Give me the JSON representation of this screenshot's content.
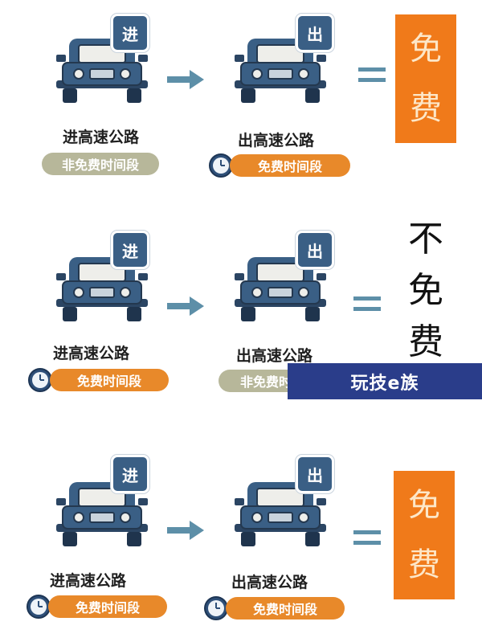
{
  "rows": [
    {
      "entry": {
        "tag": "进",
        "label": "进高速公路",
        "period": "非免费时间段",
        "period_style": "grey",
        "has_clock": false
      },
      "exit": {
        "tag": "出",
        "label": "出高速公路",
        "period": "免费时间段",
        "period_style": "orange",
        "has_clock": true
      },
      "result": {
        "chars": [
          "免",
          "费"
        ],
        "style": "box"
      }
    },
    {
      "entry": {
        "tag": "进",
        "label": "进高速公路",
        "period": "免费时间段",
        "period_style": "orange",
        "has_clock": true
      },
      "exit": {
        "tag": "出",
        "label": "出高速公路",
        "period": "非免费时间段",
        "period_style": "grey",
        "has_clock": false
      },
      "result": {
        "chars": [
          "不",
          "免",
          "费"
        ],
        "style": "plain"
      }
    },
    {
      "entry": {
        "tag": "进",
        "label": "进高速公路",
        "period": "免费时间段",
        "period_style": "orange",
        "has_clock": true
      },
      "exit": {
        "tag": "出",
        "label": "出高速公路",
        "period": "免费时间段",
        "period_style": "orange",
        "has_clock": true
      },
      "result": {
        "chars": [
          "免",
          "费"
        ],
        "style": "box"
      }
    }
  ],
  "watermark": "玩技e族",
  "colors": {
    "car_body": "#3a5f85",
    "tag_bg": "#3a5f85",
    "arrow": "#5d8fa8",
    "orange": "#e8892a",
    "grey_pill": "#b7b79a",
    "result_box": "#f07a1a",
    "watermark_bg": "#2a3d8a"
  },
  "icons": {
    "car": "car-icon",
    "clock": "clock-icon",
    "arrow": "arrow-right-icon",
    "equals": "equals-icon"
  }
}
